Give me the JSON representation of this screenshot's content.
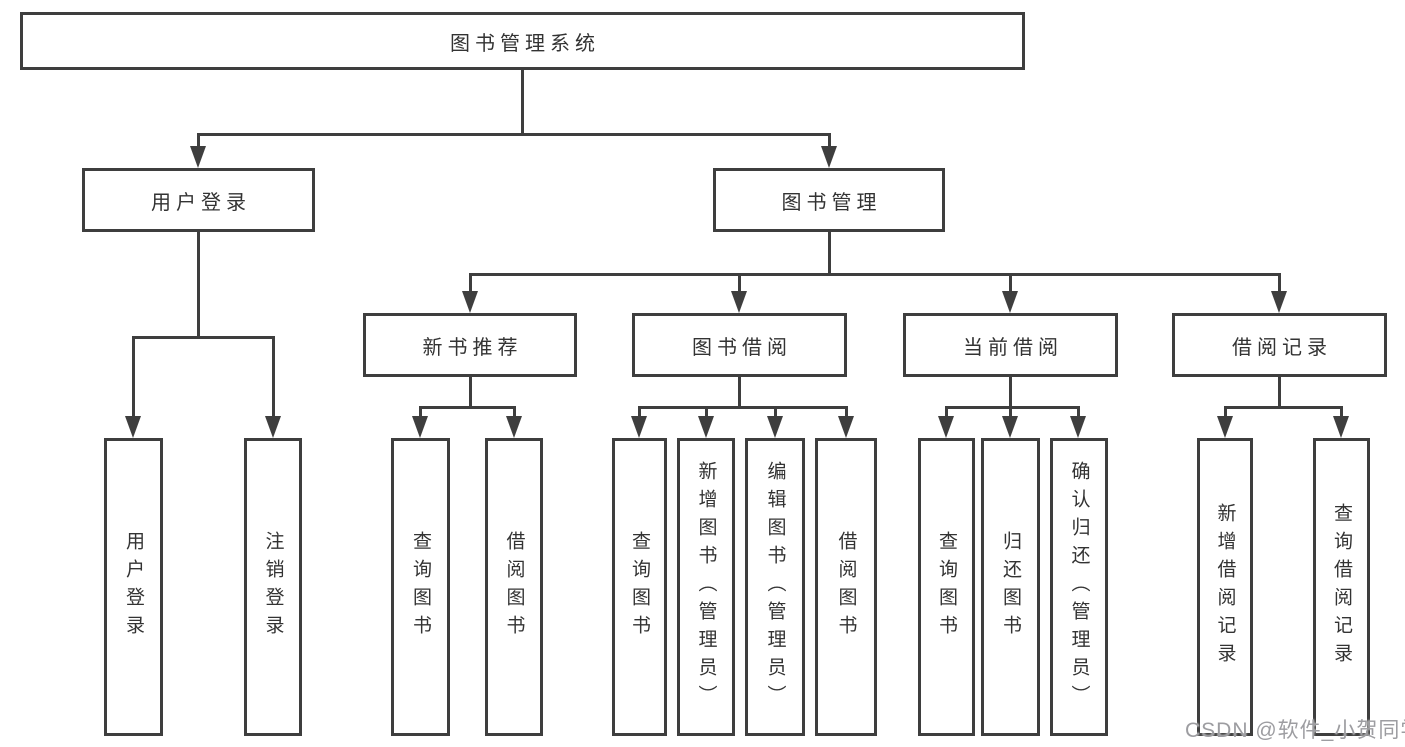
{
  "diagram": {
    "root": {
      "label": "图书管理系统"
    },
    "level2": {
      "user_login": {
        "label": "用户登录"
      },
      "book_mgmt": {
        "label": "图书管理"
      }
    },
    "level3": {
      "new_book_rec": {
        "label": "新书推荐"
      },
      "book_borrow": {
        "label": "图书借阅"
      },
      "current_borrow": {
        "label": "当前借阅"
      },
      "borrow_record": {
        "label": "借阅记录"
      }
    },
    "leaves": {
      "user_login": {
        "label": "用户登录"
      },
      "logout": {
        "label": "注销登录"
      },
      "nbr_query": {
        "label": "查询图书"
      },
      "nbr_borrow": {
        "label": "借阅图书"
      },
      "bb_query": {
        "label": "查询图书"
      },
      "bb_add": {
        "label": "新增图书（管理员）"
      },
      "bb_edit": {
        "label": "编辑图书（管理员）"
      },
      "bb_borrow": {
        "label": "借阅图书"
      },
      "cb_query": {
        "label": "查询图书"
      },
      "cb_return": {
        "label": "归还图书"
      },
      "cb_confirm": {
        "label": "确认归还（管理员）"
      },
      "br_add": {
        "label": "新增借阅记录"
      },
      "br_query": {
        "label": "查询借阅记录"
      }
    },
    "watermark": "CSDN @软件_小贺同学",
    "colors": {
      "line": "#3e3e3e",
      "text": "#333333",
      "watermark": "#9d9da1",
      "background": "#ffffff"
    }
  }
}
